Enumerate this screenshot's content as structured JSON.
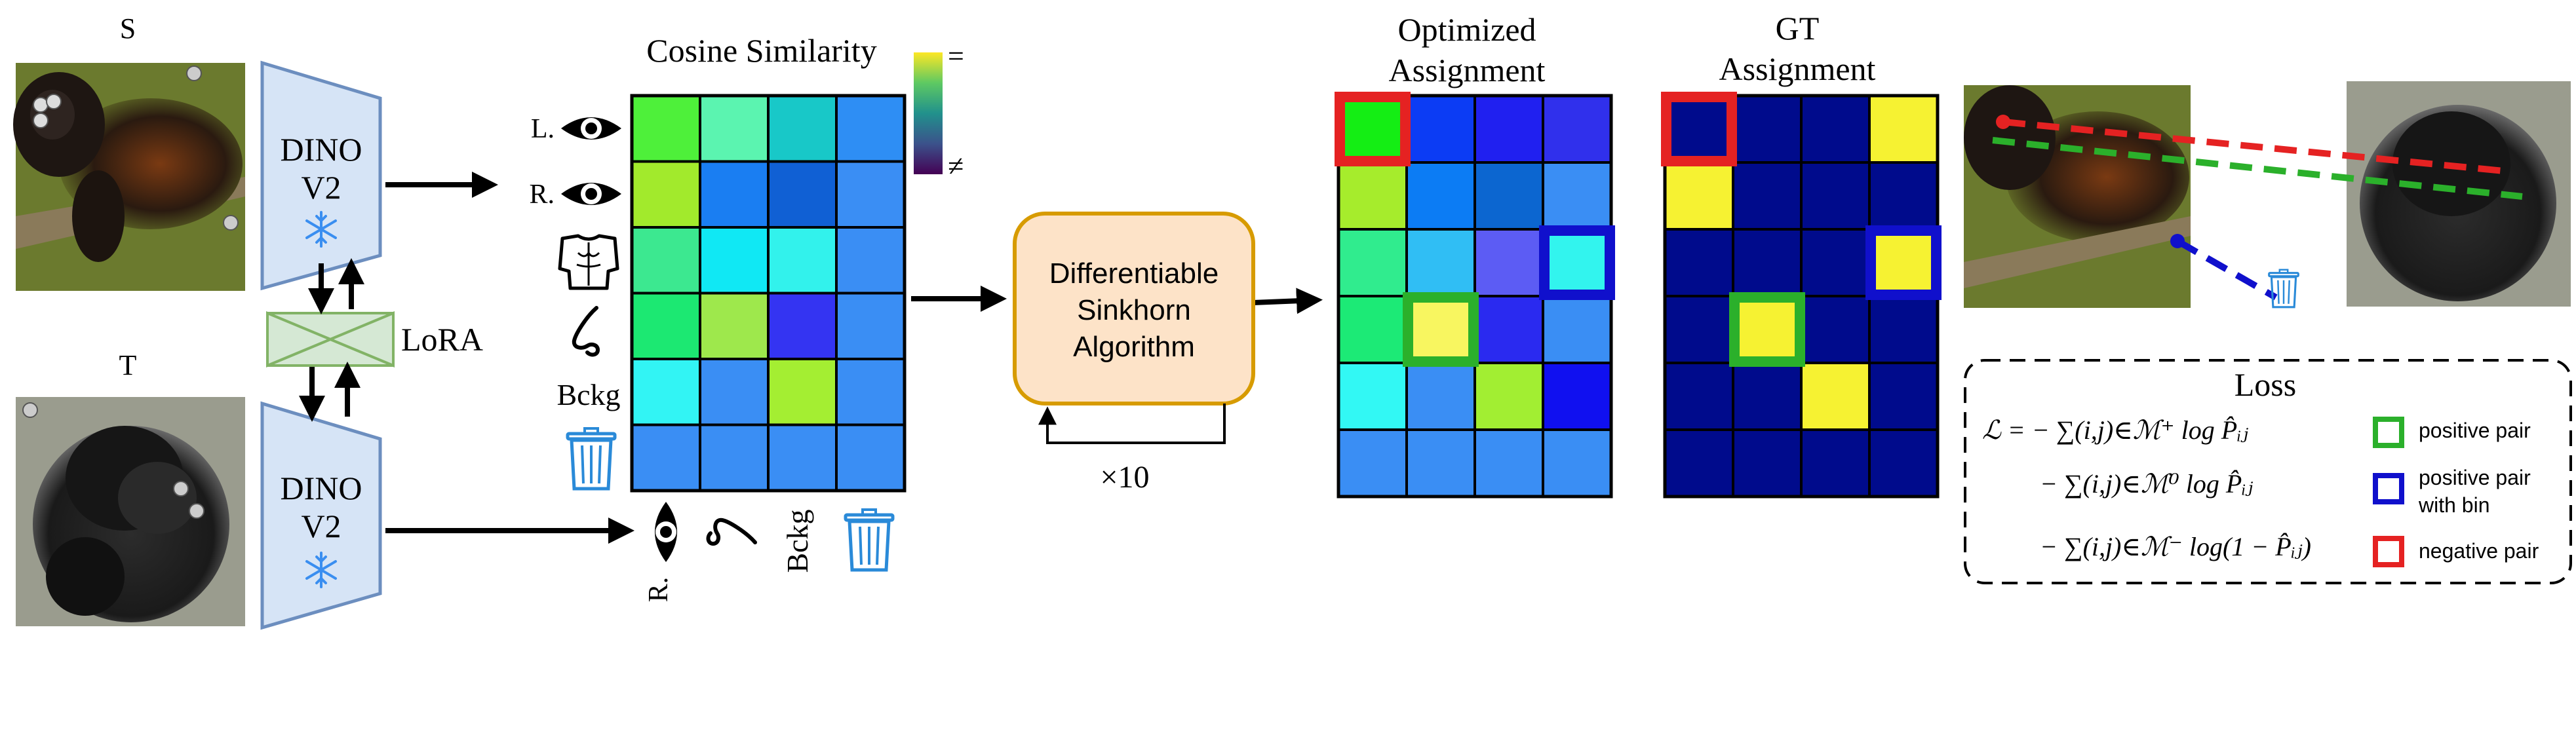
{
  "labels": {
    "source": "S",
    "target": "T",
    "encoder_top": [
      "DINO",
      "V2"
    ],
    "encoder_bottom": [
      "DINO",
      "V2"
    ],
    "lora": "LoRA",
    "cosine_title": "Cosine Similarity",
    "colorbar_high": "=",
    "colorbar_low": "≠",
    "row_labels": [
      "L.",
      "R.",
      "",
      "",
      "Bckg",
      ""
    ],
    "col_labels": [
      "R.",
      "",
      "Bckg",
      ""
    ],
    "sinkhorn": [
      "Differentiable",
      "Sinkhorn",
      "Algorithm"
    ],
    "iterations": "×10",
    "optimized_title": [
      "Optimized",
      "Assignment"
    ],
    "gt_title": [
      "GT",
      "Assignment"
    ],
    "loss_title": "Loss",
    "loss_terms": [
      "ℒ = − ∑(i,j)∈ℳ⁺ log P̂ᵢⱼ",
      "− ∑(i,j)∈ℳ⁰ log P̂ᵢⱼ",
      "− ∑(i,j)∈ℳ⁻ log(1 − P̂ᵢⱼ)"
    ],
    "legend": [
      {
        "label": "positive pair",
        "color": "#2bb02b"
      },
      {
        "label": [
          "positive pair",
          "with bin"
        ],
        "color": "#1010cc"
      },
      {
        "label": "negative pair",
        "color": "#e52222"
      }
    ]
  },
  "icons": {
    "row_icons": [
      "eye-icon",
      "eye-icon",
      "torso-icon",
      "nose-icon",
      "",
      "bin-icon"
    ],
    "col_icons": [
      "eye-icon",
      "nose-icon",
      "",
      "bin-icon"
    ],
    "encoder_icon": "snowflake-icon"
  },
  "matrices": {
    "cosine": [
      [
        "#4ef03a",
        "#5bf4b0",
        "#18c8c8",
        "#2e8ef4"
      ],
      [
        "#a2ea2c",
        "#1a7ef2",
        "#1060d4",
        "#3a8ef4"
      ],
      [
        "#3ce890",
        "#10e8f4",
        "#32f2ec",
        "#3a8ef4"
      ],
      [
        "#1ce872",
        "#9ee84c",
        "#3434f2",
        "#3a8ef4"
      ],
      [
        "#32f4f4",
        "#3a8ef4",
        "#a4ee32",
        "#3a8ef4"
      ],
      [
        "#3a8ef4",
        "#3a8ef4",
        "#3a8ef4",
        "#3a8ef4"
      ]
    ],
    "optimized": [
      [
        "#14ee14",
        "#0c3cf4",
        "#2020f0",
        "#3030ec"
      ],
      [
        "#a6ec2c",
        "#0c7cf4",
        "#0c66d0",
        "#3a8ef4"
      ],
      [
        "#30ec8e",
        "#30bef4",
        "#5c5cf4",
        "#32f4ee"
      ],
      [
        "#1cea76",
        "#f8f660",
        "#2a2af0",
        "#3a8ef4"
      ],
      [
        "#32f8f4",
        "#3a8ef4",
        "#a2ee32",
        "#1010f0"
      ],
      [
        "#3a8ef4",
        "#3a8ef4",
        "#3a8ef4",
        "#3a8ef4"
      ]
    ],
    "gt": [
      [
        "#000b8c",
        "#000b8c",
        "#000b8c",
        "#f6f232"
      ],
      [
        "#f6f232",
        "#000b8c",
        "#000b8c",
        "#000b8c"
      ],
      [
        "#000b8c",
        "#000b8c",
        "#000b8c",
        "#f6f232"
      ],
      [
        "#000b8c",
        "#f6f232",
        "#000b8c",
        "#000b8c"
      ],
      [
        "#000b8c",
        "#000b8c",
        "#f6f232",
        "#000b8c"
      ],
      [
        "#000b8c",
        "#000b8c",
        "#000b8c",
        "#000b8c"
      ]
    ],
    "optimized_highlights": [
      {
        "row": 0,
        "col": 0,
        "color": "#e52222"
      },
      {
        "row": 2,
        "col": 3,
        "color": "#1010cc"
      },
      {
        "row": 3,
        "col": 1,
        "color": "#2bb02b"
      }
    ],
    "gt_highlights": [
      {
        "row": 0,
        "col": 0,
        "color": "#e52222"
      },
      {
        "row": 2,
        "col": 3,
        "color": "#1010cc"
      },
      {
        "row": 3,
        "col": 1,
        "color": "#2bb02b"
      }
    ]
  },
  "colors": {
    "encoder_fill": "#d6e4f6",
    "encoder_stroke": "#6c8ebf",
    "lora_fill": "#d5e8d4",
    "lora_stroke": "#82b366",
    "sinkhorn_fill": "#fde3c8",
    "sinkhorn_stroke": "#d79b00",
    "bin_icon": "#2a8ad8",
    "snowflake": "#3a8ef0",
    "correspondence_colors": [
      "#e52222",
      "#2bb02b",
      "#1010cc"
    ]
  }
}
